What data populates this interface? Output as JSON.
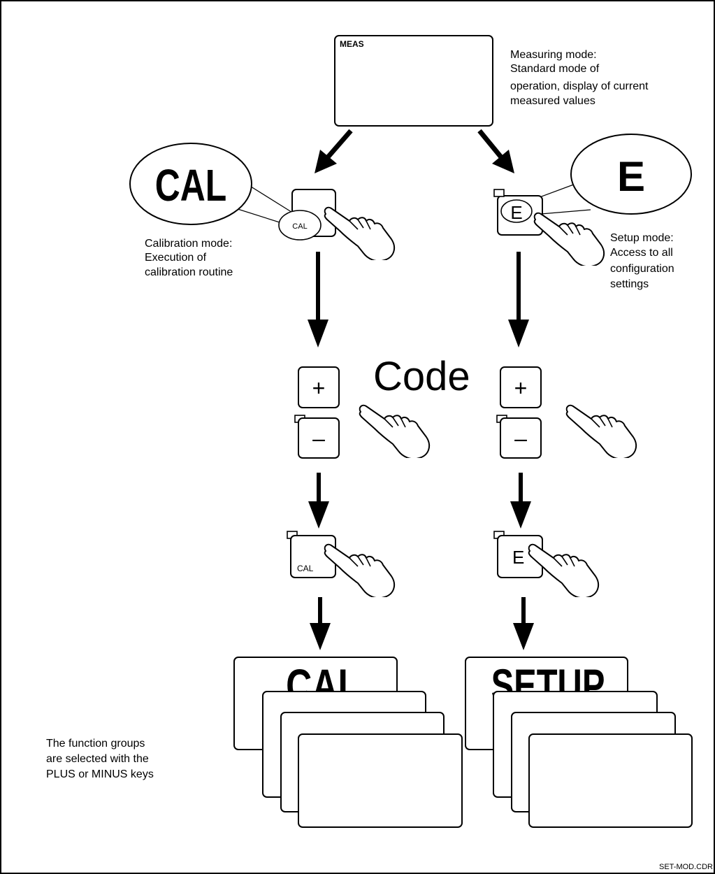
{
  "diagram": {
    "meas_display_label": "MEAS",
    "measuring_mode_lines": [
      "Measuring mode:",
      "Standard mode of",
      "operation, display of current",
      "measured values"
    ],
    "cal_badge": "CAL",
    "setup_badge": "E",
    "cal_key_small": "CAL",
    "setup_key_small": "E",
    "calibration_mode_lines": [
      "Calibration mode:",
      "Execution of",
      "calibration routine"
    ],
    "setup_mode_lines": [
      "Setup mode:",
      "Access to all",
      "configuration",
      "settings"
    ],
    "code_label": "Code",
    "plus_key": "+",
    "minus_key": "–",
    "cal_key_bottom": "CAL",
    "setup_key_bottom": "E",
    "cal_screen_title": "CAL",
    "setup_screen_title": "SETUP",
    "footnote_lines": [
      "The function groups",
      "are selected with the",
      "PLUS or MINUS keys"
    ],
    "file_tag": "SET-MOD.CDR"
  }
}
